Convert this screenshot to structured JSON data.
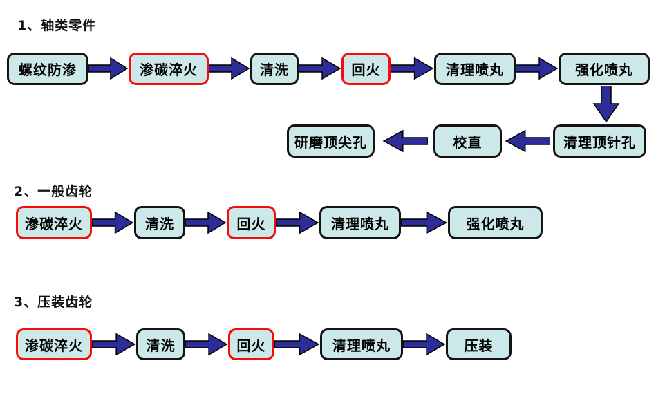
{
  "page": {
    "background": "#ffffff"
  },
  "colors": {
    "page_background": "#ffffff",
    "box_fill": "#cde8e9",
    "box_border": "#141414",
    "emphasis_border": "#f50d0d",
    "arrow_fill": "#2d2d99",
    "arrow_outline": "#000000",
    "title_color": "#111111"
  },
  "sections": [
    {
      "title": "1、轴类零件",
      "rows": [
        {
          "nodes": [
            {
              "label": "螺纹防渗",
              "border": "black"
            },
            {
              "label": "渗碳淬火",
              "border": "red"
            },
            {
              "label": "清洗",
              "border": "black"
            },
            {
              "label": "回火",
              "border": "red"
            },
            {
              "label": "清理喷丸",
              "border": "black"
            },
            {
              "label": "强化喷丸",
              "border": "black"
            }
          ]
        },
        {
          "direction": "right-to-left",
          "nodes": [
            {
              "label": "清理顶针孔",
              "border": "black"
            },
            {
              "label": "校直",
              "border": "black"
            },
            {
              "label": "研磨顶尖孔",
              "border": "black"
            }
          ]
        }
      ]
    },
    {
      "title": "2、一般齿轮",
      "rows": [
        {
          "nodes": [
            {
              "label": "渗碳淬火",
              "border": "red"
            },
            {
              "label": "清洗",
              "border": "black"
            },
            {
              "label": "回火",
              "border": "red"
            },
            {
              "label": "清理喷丸",
              "border": "black"
            },
            {
              "label": "强化喷丸",
              "border": "black"
            }
          ]
        }
      ]
    },
    {
      "title": "3、压装齿轮",
      "rows": [
        {
          "nodes": [
            {
              "label": "渗碳淬火",
              "border": "red"
            },
            {
              "label": "清洗",
              "border": "black"
            },
            {
              "label": "回火",
              "border": "red"
            },
            {
              "label": "清理喷丸",
              "border": "black"
            },
            {
              "label": "压装",
              "border": "black"
            }
          ]
        }
      ]
    }
  ]
}
